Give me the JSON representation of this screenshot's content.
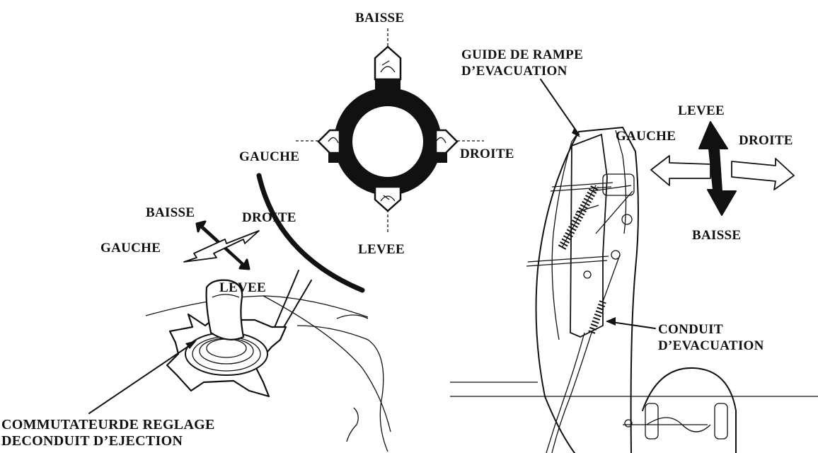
{
  "dial": {
    "top": "BAISSE",
    "left": "GAUCHE",
    "right": "DROITE",
    "bottom": "LEVEE"
  },
  "joystick_arrows": {
    "up_left": "BAISSE",
    "up_right": "DROITE",
    "left": "GAUCHE",
    "down": "LEVEE"
  },
  "chute_arrows": {
    "up": "LEVEE",
    "left": "GAUCHE",
    "right": "DROITE",
    "down": "BAISSE"
  },
  "callouts": {
    "ramp_guide_line1": "GUIDE DE RAMPE",
    "ramp_guide_line2": "D’EVACUATION",
    "duct_line1": "CONDUIT",
    "duct_line2": "D’EVACUATION",
    "switch_line1": "COMMUTATEURDE REGLAGE",
    "switch_line2": "DECONDUIT D’EJECTION"
  },
  "colors": {
    "ink": "#111111",
    "paper": "#ffffff"
  }
}
